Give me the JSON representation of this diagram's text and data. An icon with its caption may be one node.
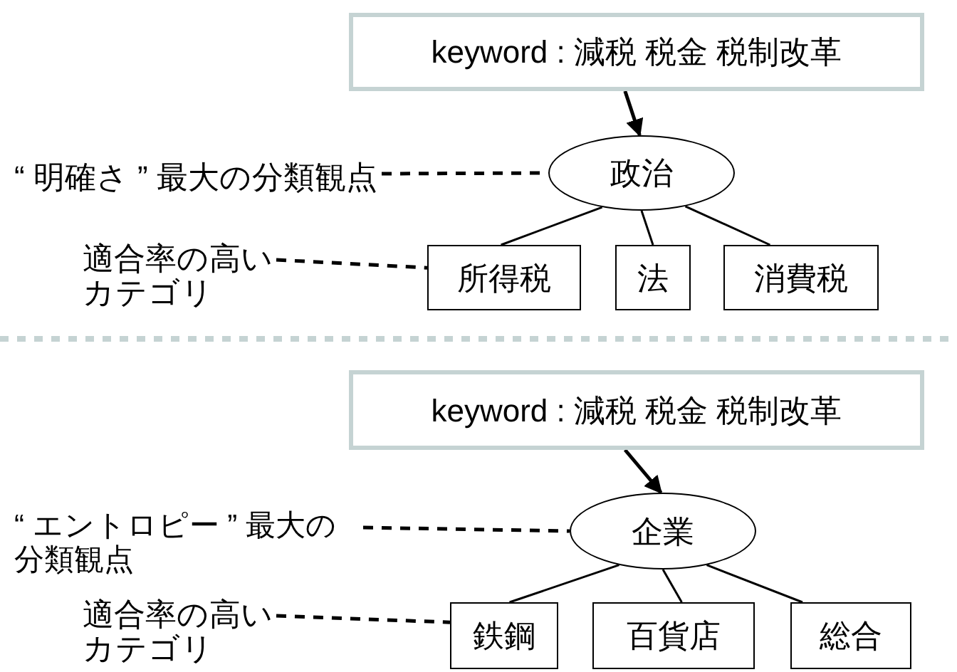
{
  "diagram": {
    "nodes": [
      {
        "text": [
          "keyword : 減税 税金 税制改革"
        ]
      },
      {
        "text": [
          "政治"
        ]
      },
      {
        "text": [
          "所得税"
        ]
      },
      {
        "text": [
          "法"
        ]
      },
      {
        "text": [
          "消費税"
        ]
      },
      {
        "text": [
          "“ 明確さ ” 最大の分類観点"
        ]
      },
      {
        "text": [
          "適合率の高いカテゴリ"
        ]
      },
      {
        "text": [
          "keyword : 減税 税金 税制改革"
        ]
      },
      {
        "text": [
          "企業"
        ]
      },
      {
        "text": [
          "鉄鋼"
        ]
      },
      {
        "text": [
          "百貨店"
        ]
      },
      {
        "text": [
          "総合"
        ]
      },
      {
        "text": [
          "“ エントロピー ” 最大の分類観点"
        ]
      },
      {
        "text": [
          "適合率の高いカテゴリ"
        ]
      }
    ],
    "edges": [
      {
        "from": 0,
        "to": 1,
        "arrow": "to"
      },
      {
        "from": 1,
        "to": 2,
        "arrow": "none"
      },
      {
        "from": 1,
        "to": 3,
        "arrow": "none"
      },
      {
        "from": 1,
        "to": 4,
        "arrow": "none"
      },
      {
        "from": 5,
        "to": 1,
        "arrow": "none",
        "style": "dashed"
      },
      {
        "from": 6,
        "to": 2,
        "arrow": "none",
        "style": "dashed"
      },
      {
        "from": 7,
        "to": 8,
        "arrow": "to"
      },
      {
        "from": 8,
        "to": 9,
        "arrow": "none"
      },
      {
        "from": 8,
        "to": 10,
        "arrow": "none"
      },
      {
        "from": 8,
        "to": 11,
        "arrow": "none"
      },
      {
        "from": 12,
        "to": 8,
        "arrow": "none",
        "style": "dashed"
      },
      {
        "from": 13,
        "to": 9,
        "arrow": "none",
        "style": "dashed"
      }
    ]
  }
}
